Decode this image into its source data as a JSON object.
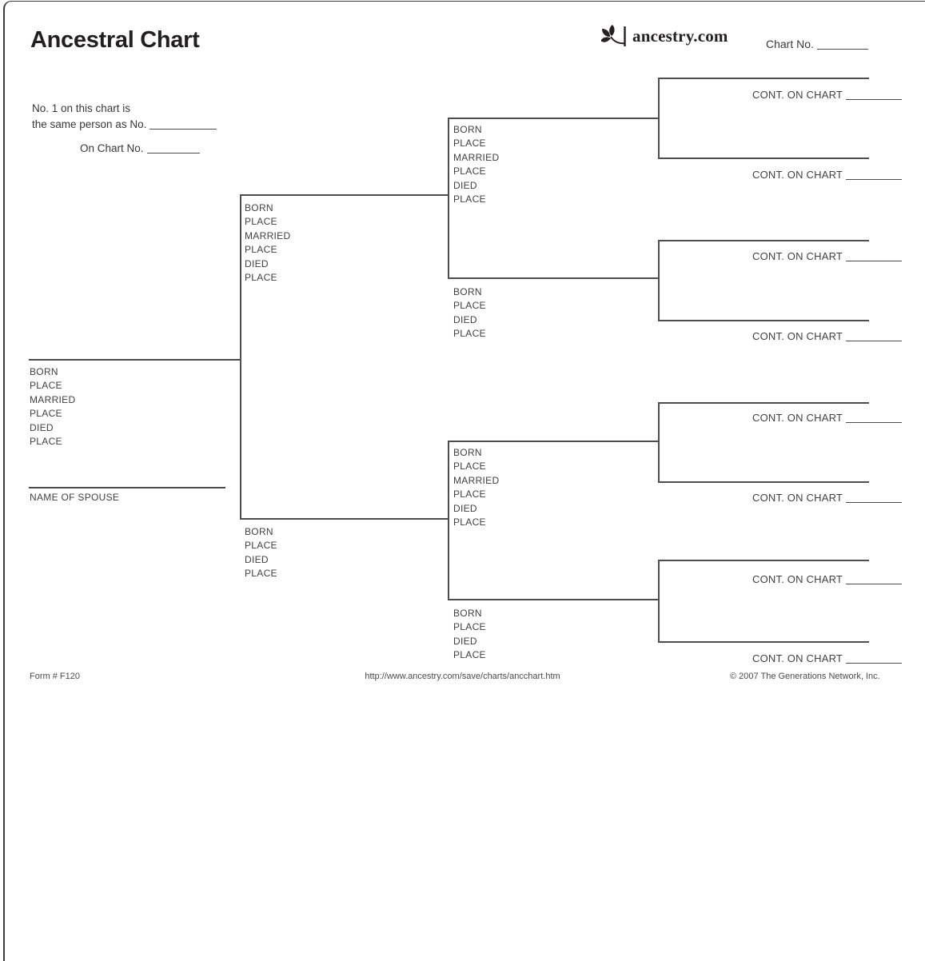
{
  "header": {
    "title": "Ancestral Chart",
    "brand": "ancestry.com",
    "brand_icon": "ancestry-leaf-icon",
    "chart_no_label": "Chart No."
  },
  "intro": {
    "line1": "No. 1 on this chart is",
    "line2": "the same person as No.",
    "line3": "On Chart No."
  },
  "field_labels": {
    "full": [
      "BORN",
      "PLACE",
      "MARRIED",
      "PLACE",
      "DIED",
      "PLACE"
    ],
    "short": [
      "BORN",
      "PLACE",
      "DIED",
      "PLACE"
    ],
    "spouse": "NAME OF SPOUSE",
    "cont_on_chart": "CONT. ON CHART"
  },
  "footer": {
    "form_number": "Form # F120",
    "url": "http://www.ancestry.com/save/charts/ancchart.htm",
    "copyright": "© 2007 The Generations Network, Inc."
  },
  "colors": {
    "title_text": "#231f20",
    "body_text": "#414042",
    "line": "#4d4d4f",
    "background": "#ffffff"
  }
}
